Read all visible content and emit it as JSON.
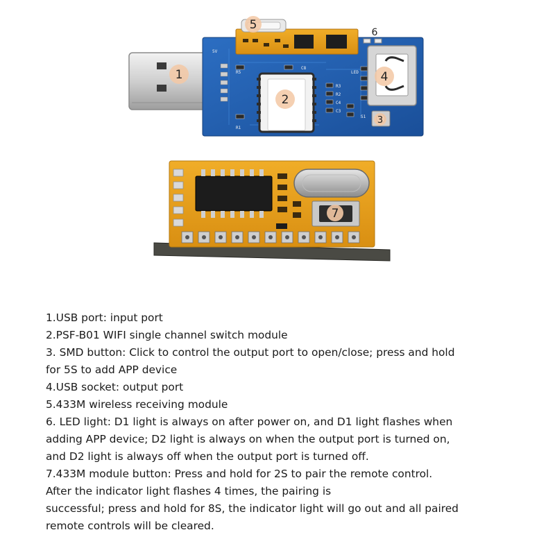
{
  "figure": {
    "markers": [
      {
        "id": "1",
        "label": "1"
      },
      {
        "id": "2",
        "label": "2"
      },
      {
        "id": "3",
        "label": "3"
      },
      {
        "id": "4",
        "label": "4"
      },
      {
        "id": "5",
        "label": "5"
      },
      {
        "id": "6",
        "label": "6"
      },
      {
        "id": "7",
        "label": "7"
      }
    ]
  },
  "notes": {
    "lines": [
      "1.USB port: input port",
      "2.PSF-B01 WIFI single channel switch module",
      "3. SMD button: Click to control the output port to open/close; press and hold",
      "for 5S to add APP device",
      "4.USB socket: output port",
      "5.433M wireless receiving module",
      "6. LED light: D1 light is always on after power on, and D1 light flashes when",
      "adding APP device; D2 light is always on when the output port is turned on,",
      "and D2 light is always off when the output port is turned off.",
      "7.433M module button: Press and hold for 2S to pair the remote control.",
      "After the indicator light flashes 4 times, the pairing is",
      "successful; press and hold for 8S, the indicator light will go out and all paired",
      "remote controls will be cleared."
    ]
  },
  "colors": {
    "pcb_blue": "#1f5fb0",
    "pcb_yellow": "#e8a21a",
    "usb_silver": "#d7d7d7",
    "marker_fill": "#f3c8a4"
  }
}
